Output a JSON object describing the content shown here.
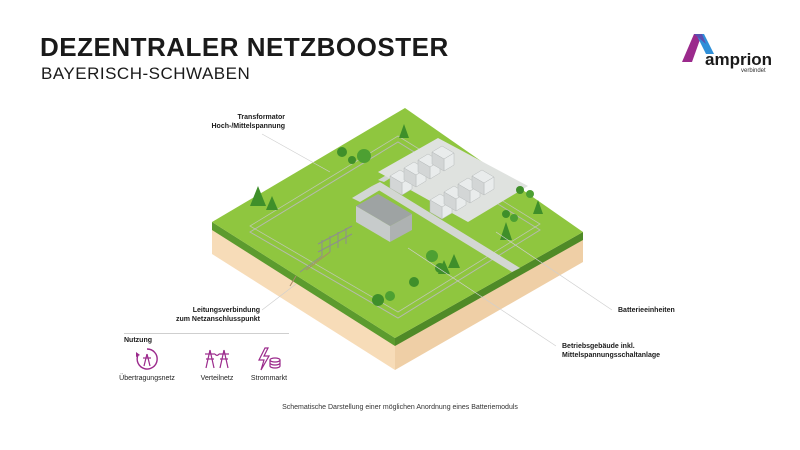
{
  "header": {
    "title": "DEZENTRALER NETZBOOSTER",
    "subtitle": "BAYERISCH-SCHWABEN"
  },
  "logo": {
    "name": "amprion",
    "tagline": "verbindet"
  },
  "labels": {
    "transformator_line1": "Transformator",
    "transformator_line2": "Hoch-/Mittelspannung",
    "leitung_line1": "Leitungsverbindung",
    "leitung_line2": "zum Netzanschlusspunkt",
    "batterie": "Batterieeinheiten",
    "betrieb_line1": "Betriebsgebäude inkl.",
    "betrieb_line2": "Mittelspannungsschaltanlage"
  },
  "usage": {
    "title": "Nutzung",
    "items": [
      {
        "label": "Übertragungsnetz",
        "icon": "transmission-grid-icon"
      },
      {
        "label": "Verteilnetz",
        "icon": "distribution-grid-icon"
      },
      {
        "label": "Strommarkt",
        "icon": "power-market-icon"
      }
    ]
  },
  "caption": "Schematische Darstellung einer möglichen Anordnung eines Batteriemoduls",
  "colors": {
    "accent": "#9b2a8c",
    "grass": "#8bc34a",
    "soil": "#f5d9b5",
    "logo_blue": "#2f8fd8"
  }
}
